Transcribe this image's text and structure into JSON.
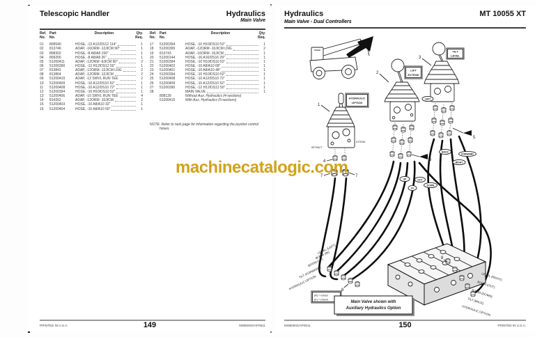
{
  "watermark": {
    "text": "machinecatalogic.com",
    "color": "#d2a21b"
  },
  "left_page": {
    "title": "Telescopic Handler",
    "section": "Hydraulics",
    "subsection": "Main Valve",
    "headers": {
      "ref": "Ref.\nNo.",
      "part": "Part\nNo.",
      "desc": "Description",
      "qty": "Qty.\nReq."
    },
    "rows_left": [
      {
        "ref": "01",
        "part": "809540",
        "desc": "HOSE, -12 A12/DS12 114\"",
        "qty": "1"
      },
      {
        "ref": "02",
        "part": "813746",
        "desc": "ADAP, -16ORM -12JICM 90°",
        "qty": "1"
      },
      {
        "ref": "03",
        "part": "808302",
        "desc": "HOSE, -8 A8/A8 190\"",
        "qty": "1"
      },
      {
        "ref": "04",
        "part": "809200",
        "desc": "HOSE, -8 A8/A8 26\"",
        "qty": "1"
      },
      {
        "ref": "05",
        "part": "51200411",
        "desc": "ADAP, -12ORM -8JICM 90°",
        "qty": "2"
      },
      {
        "ref": "06",
        "part": "51200390",
        "desc": "HOSE, -12 H12/DS12 50\"",
        "qty": "1"
      },
      {
        "ref": "07",
        "part": "813841",
        "desc": "ADAP, -12ORM -12JICM LNG",
        "qty": "2"
      },
      {
        "ref": "08",
        "part": "813864",
        "desc": "ADAP, -12ORM -12JICM",
        "qty": "2"
      },
      {
        "ref": "09",
        "part": "51200410",
        "desc": "ADAP, -12 SWVL RUN TEE",
        "qty": "2"
      },
      {
        "ref": "10",
        "part": "51200409",
        "desc": "HOSE, -10 A12/DS10 52\"",
        "qty": "1"
      },
      {
        "ref": "11",
        "part": "51200408",
        "desc": "HOSE, -10 A12/DS10 72\"",
        "qty": "1"
      },
      {
        "ref": "12",
        "part": "51200394",
        "desc": "HOSE, -10 H10/DS10 52\"",
        "qty": "1"
      },
      {
        "ref": "13",
        "part": "51200406",
        "desc": "ADAP, -10 SWVL RUN TEE",
        "qty": "4"
      },
      {
        "ref": "14",
        "part": "814262",
        "desc": "ADAP, -12ORM -10JICM",
        "qty": "2"
      },
      {
        "ref": "15",
        "part": "51200403",
        "desc": "HOSE, -10 A8/A10 32\"",
        "qty": "1"
      },
      {
        "ref": "16",
        "part": "51200404",
        "desc": "HOSE, -10 A8/A10 50\"",
        "qty": "1"
      }
    ],
    "rows_right": [
      {
        "ref": "17",
        "part": "51200394",
        "desc": "HOSE, -10 H10/DS10 52\"",
        "qty": "1"
      },
      {
        "ref": "18",
        "part": "51200399",
        "desc": "ADAP, -12ORM -10JICM LNG",
        "qty": "2"
      },
      {
        "ref": "19",
        "part": "813743",
        "desc": "ADAP, -16ORM -16JICM",
        "qty": "1"
      },
      {
        "ref": "20",
        "part": "51200144",
        "desc": "HOSE, -16 A16/DS16 29\"",
        "qty": "1"
      },
      {
        "ref": "21",
        "part": "51200394",
        "desc": "HOSE, -10 H10/DS10 52\"",
        "qty": "1"
      },
      {
        "ref": "22",
        "part": "51200402",
        "desc": "HOSE, -10 A8/A10 68\"",
        "qty": "1"
      },
      {
        "ref": "23",
        "part": "51200401",
        "desc": "HOSE, -10 A8/A10 48\"",
        "qty": "1"
      },
      {
        "ref": "24",
        "part": "51200394",
        "desc": "HOSE, -10 H10/DS10 52\"",
        "qty": "1"
      },
      {
        "ref": "25",
        "part": "51200408",
        "desc": "HOSE, -10 A12/DS10 72\"",
        "qty": "1"
      },
      {
        "ref": "26",
        "part": "51200409",
        "desc": "HOSE, -10 A12/DS10 52\"",
        "qty": "1"
      },
      {
        "ref": "27",
        "part": "51200390",
        "desc": "HOSE, -12 H12/DS12 50\"",
        "qty": "1"
      },
      {
        "ref": "28",
        "part": "",
        "desc": "MAIN VALVE",
        "qty": "1"
      }
    ],
    "sub_rows": [
      {
        "part": "808139",
        "desc": "Without Aux. Hydraulics (4-sections)"
      },
      {
        "part": "51200415",
        "desc": "With Aux. Hydraulics (5-sections)"
      }
    ],
    "note": "NOTE: Refer to next page for information regarding the joystick control hoses.",
    "footer": {
      "left": "PRINTED IN U.S.A.",
      "page": "149",
      "right": "50960002/AP0511"
    }
  },
  "right_page": {
    "title": "Hydraulics",
    "subtitle": "Main Valve - Dual Controllers",
    "model": "MT 10055 XT",
    "footer": {
      "left": "50960002/AP0511",
      "page": "150",
      "right": "PRINTED IN U.S.A."
    },
    "diagram": {
      "callouts": [
        "1",
        "2",
        "3",
        "4",
        "5",
        "6",
        "7",
        "8"
      ],
      "box1a": "HYDRAULIC",
      "box1b": "OPTION",
      "box2a": "LIFT",
      "box2b": "EXTEND",
      "box3a": "TILT",
      "box3b": "LEVEL",
      "retract": "RETRACT",
      "extend": "EXTEND",
      "hose_tags": [
        "UP",
        "IN",
        "OUT",
        "DOWN",
        "LEFT",
        "BACK",
        "FORWARD",
        "RIGHT"
      ],
      "ports_left": [
        "LEVEL (LEFT)",
        "BOOM (IN)",
        "BOOM (UP)",
        "TILT (FORWARD)",
        "HYDRAULIC OPTION"
      ],
      "ports_right": [
        "LEVEL (RIGHT)",
        "BOOM (OUT)",
        "BOOM (DOWN)",
        "TILT (BACK)",
        "HYDRAULIC OPTION"
      ],
      "legend": [
        "(R) = retract",
        "(E) = extend"
      ],
      "note1": "Main Valve shown with",
      "note2": "Auxiliary Hydraulics Option"
    }
  }
}
